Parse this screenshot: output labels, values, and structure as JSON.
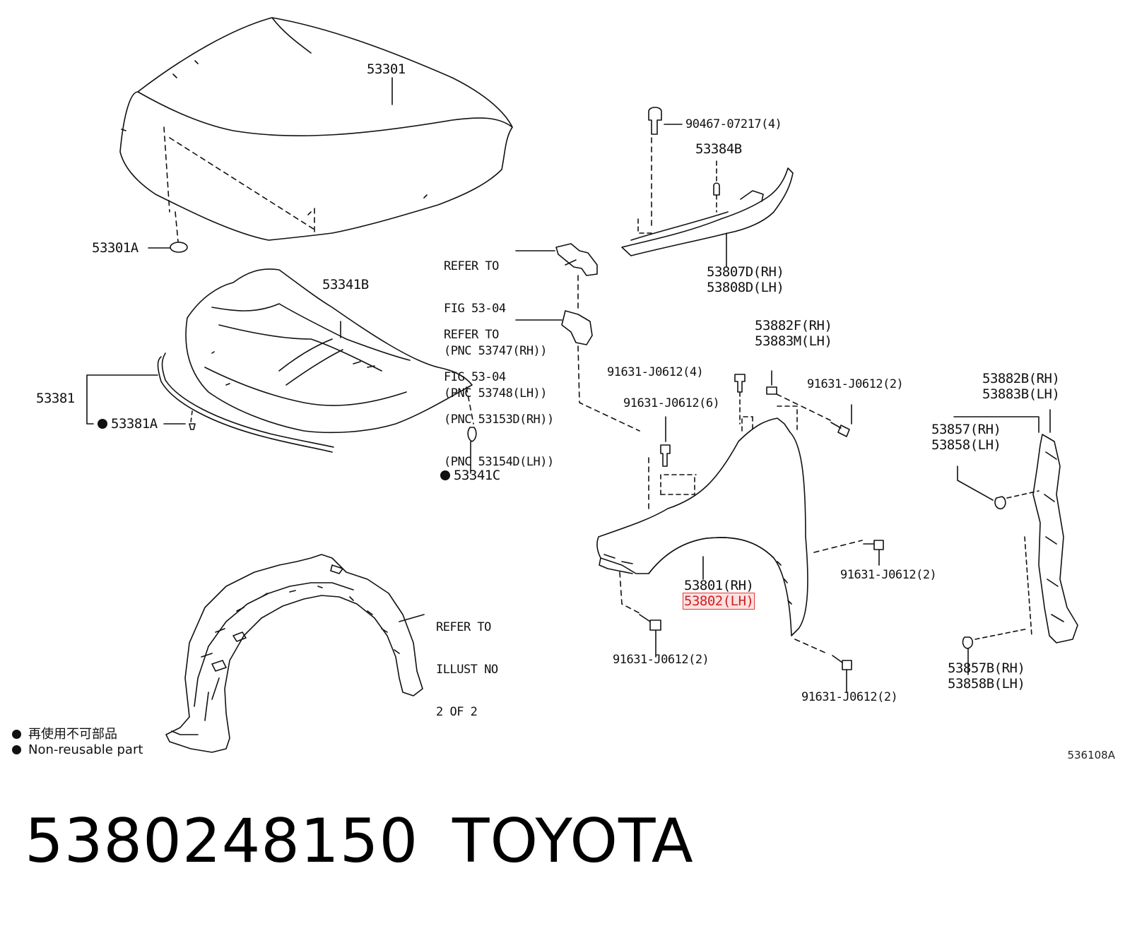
{
  "callouts": {
    "hood": "53301",
    "hood_grommet": "53301A",
    "hood_insulator": "53341B",
    "seal": "53381",
    "seal_clip": "53381A",
    "insulator_clip": "53341C",
    "ref_a_l1": "REFER TO",
    "ref_a_l2": "FIG 53-04",
    "ref_a_l3": "(PNC 53747(RH))",
    "ref_a_l4": "(PNC 53748(LH))",
    "ref_b_l1": "REFER TO",
    "ref_b_l2": "FIG 53-04",
    "ref_b_l3": "(PNC 53153D(RH))",
    "ref_b_l4": "(PNC 53154D(LH))",
    "clip_top": "90467-07217(4)",
    "cowl_clip": "53384B",
    "cowl_rh": "53807D(RH)",
    "cowl_lh": "53808D(LH)",
    "fender_seal_rh": "53882F(RH)",
    "fender_seal_lh": "53883M(LH)",
    "bolt_4": "91631-J0612(4)",
    "bolt_2a": "91631-J0612(2)",
    "bolt_6": "91631-J0612(6)",
    "bracket_rh": "53882B(RH)",
    "bracket_lh": "53883B(LH)",
    "pad_rh": "53857(RH)",
    "pad_lh": "53858(LH)",
    "bolt_2b": "91631-J0612(2)",
    "fender_rh": "53801(RH)",
    "fender_lh": "53802(LH)",
    "bolt_2c": "91631-J0612(2)",
    "bolt_2d": "91631-J0612(2)",
    "pad_b_rh": "53857B(RH)",
    "pad_b_lh": "53858B(LH)",
    "ref_c_l1": "REFER TO",
    "ref_c_l2": "ILLUST NO",
    "ref_c_l3": "2 OF 2"
  },
  "legend": {
    "cn": "再使用不可部品",
    "en": "Non-reusable part"
  },
  "diagram_id": "536108A",
  "part_number": "5380248150",
  "brand": "TOYOTA",
  "highlight_color": "#e23a3a"
}
